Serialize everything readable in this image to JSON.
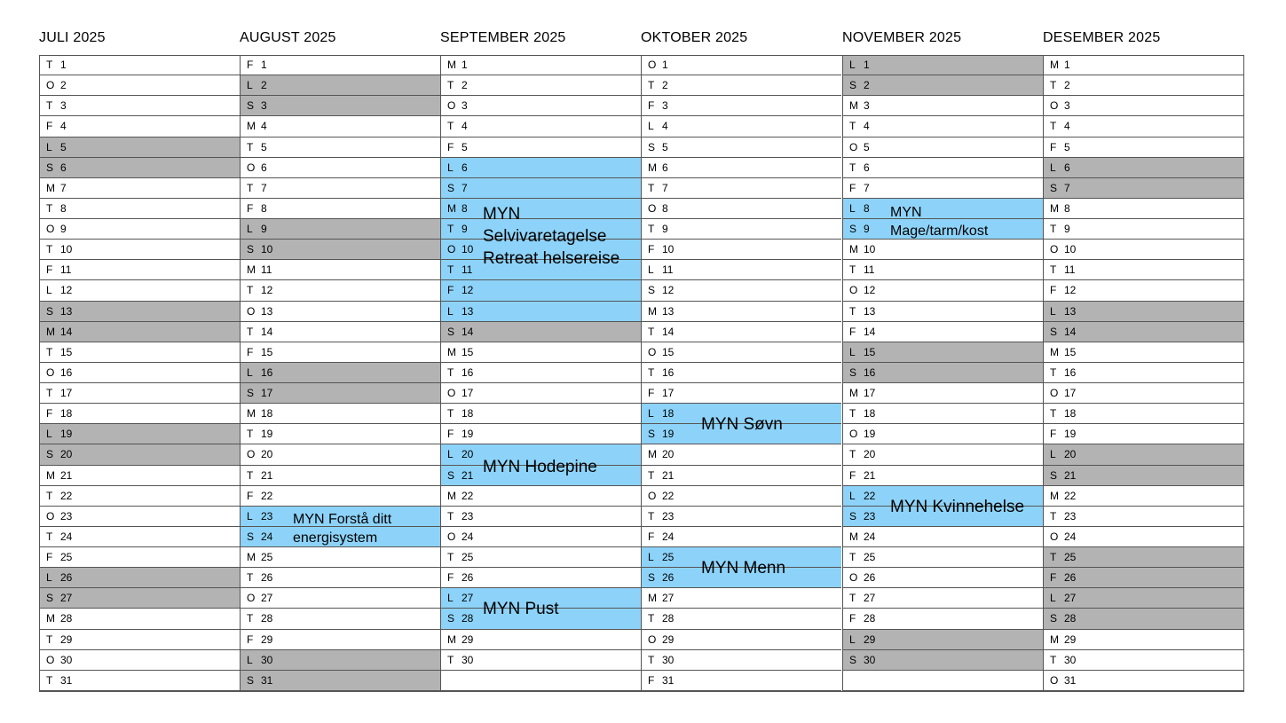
{
  "calendar": {
    "months": [
      {
        "title": "JULI 2025",
        "days": [
          {
            "wd": "T",
            "d": "1"
          },
          {
            "wd": "O",
            "d": "2"
          },
          {
            "wd": "T",
            "d": "3"
          },
          {
            "wd": "F",
            "d": "4"
          },
          {
            "wd": "L",
            "d": "5",
            "weekend": true
          },
          {
            "wd": "S",
            "d": "6",
            "weekend": true
          },
          {
            "wd": "M",
            "d": "7"
          },
          {
            "wd": "T",
            "d": "8"
          },
          {
            "wd": "O",
            "d": "9"
          },
          {
            "wd": "T",
            "d": "10"
          },
          {
            "wd": "F",
            "d": "11"
          },
          {
            "wd": "L",
            "d": "12"
          },
          {
            "wd": "S",
            "d": "13",
            "weekend": true
          },
          {
            "wd": "M",
            "d": "14",
            "weekend": true
          },
          {
            "wd": "T",
            "d": "15"
          },
          {
            "wd": "O",
            "d": "16"
          },
          {
            "wd": "T",
            "d": "17"
          },
          {
            "wd": "F",
            "d": "18"
          },
          {
            "wd": "L",
            "d": "19",
            "weekend": true
          },
          {
            "wd": "S",
            "d": "20",
            "weekend": true
          },
          {
            "wd": "M",
            "d": "21"
          },
          {
            "wd": "T",
            "d": "22"
          },
          {
            "wd": "O",
            "d": "23"
          },
          {
            "wd": "T",
            "d": "24"
          },
          {
            "wd": "F",
            "d": "25"
          },
          {
            "wd": "L",
            "d": "26",
            "weekend": true
          },
          {
            "wd": "S",
            "d": "27",
            "weekend": true
          },
          {
            "wd": "M",
            "d": "28"
          },
          {
            "wd": "T",
            "d": "29"
          },
          {
            "wd": "O",
            "d": "30"
          },
          {
            "wd": "T",
            "d": "31"
          }
        ]
      },
      {
        "title": "AUGUST 2025",
        "days": [
          {
            "wd": "F",
            "d": "1"
          },
          {
            "wd": "L",
            "d": "2",
            "weekend": true
          },
          {
            "wd": "S",
            "d": "3",
            "weekend": true
          },
          {
            "wd": "M",
            "d": "4"
          },
          {
            "wd": "T",
            "d": "5"
          },
          {
            "wd": "O",
            "d": "6"
          },
          {
            "wd": "T",
            "d": "7"
          },
          {
            "wd": "F",
            "d": "8"
          },
          {
            "wd": "L",
            "d": "9",
            "weekend": true
          },
          {
            "wd": "S",
            "d": "10",
            "weekend": true
          },
          {
            "wd": "M",
            "d": "11"
          },
          {
            "wd": "T",
            "d": "12"
          },
          {
            "wd": "O",
            "d": "13"
          },
          {
            "wd": "T",
            "d": "14"
          },
          {
            "wd": "F",
            "d": "15"
          },
          {
            "wd": "L",
            "d": "16",
            "weekend": true
          },
          {
            "wd": "S",
            "d": "17",
            "weekend": true
          },
          {
            "wd": "M",
            "d": "18"
          },
          {
            "wd": "T",
            "d": "19"
          },
          {
            "wd": "O",
            "d": "20"
          },
          {
            "wd": "T",
            "d": "21"
          },
          {
            "wd": "F",
            "d": "22"
          },
          {
            "wd": "L",
            "d": "23",
            "event": true
          },
          {
            "wd": "S",
            "d": "24",
            "event": true
          },
          {
            "wd": "M",
            "d": "25"
          },
          {
            "wd": "T",
            "d": "26"
          },
          {
            "wd": "O",
            "d": "27"
          },
          {
            "wd": "T",
            "d": "28"
          },
          {
            "wd": "F",
            "d": "29"
          },
          {
            "wd": "L",
            "d": "30",
            "weekend": true
          },
          {
            "wd": "S",
            "d": "31",
            "weekend": true
          }
        ]
      },
      {
        "title": "SEPTEMBER 2025",
        "days": [
          {
            "wd": "M",
            "d": "1"
          },
          {
            "wd": "T",
            "d": "2"
          },
          {
            "wd": "O",
            "d": "3"
          },
          {
            "wd": "T",
            "d": "4"
          },
          {
            "wd": "F",
            "d": "5"
          },
          {
            "wd": "L",
            "d": "6",
            "event": true
          },
          {
            "wd": "S",
            "d": "7",
            "event": true
          },
          {
            "wd": "M",
            "d": "8",
            "event": true
          },
          {
            "wd": "T",
            "d": "9",
            "event": true
          },
          {
            "wd": "O",
            "d": "10",
            "event": true
          },
          {
            "wd": "T",
            "d": "11",
            "event": true
          },
          {
            "wd": "F",
            "d": "12",
            "event": true
          },
          {
            "wd": "L",
            "d": "13",
            "event": true
          },
          {
            "wd": "S",
            "d": "14",
            "weekend": true
          },
          {
            "wd": "M",
            "d": "15"
          },
          {
            "wd": "T",
            "d": "16"
          },
          {
            "wd": "O",
            "d": "17"
          },
          {
            "wd": "T",
            "d": "18"
          },
          {
            "wd": "F",
            "d": "19"
          },
          {
            "wd": "L",
            "d": "20",
            "event": true
          },
          {
            "wd": "S",
            "d": "21",
            "event": true
          },
          {
            "wd": "M",
            "d": "22"
          },
          {
            "wd": "T",
            "d": "23"
          },
          {
            "wd": "O",
            "d": "24"
          },
          {
            "wd": "T",
            "d": "25"
          },
          {
            "wd": "F",
            "d": "26"
          },
          {
            "wd": "L",
            "d": "27",
            "event": true
          },
          {
            "wd": "S",
            "d": "28",
            "event": true
          },
          {
            "wd": "M",
            "d": "29"
          },
          {
            "wd": "T",
            "d": "30"
          },
          {
            "wd": "",
            "d": ""
          }
        ]
      },
      {
        "title": "OKTOBER 2025",
        "days": [
          {
            "wd": "O",
            "d": "1"
          },
          {
            "wd": "T",
            "d": "2"
          },
          {
            "wd": "F",
            "d": "3"
          },
          {
            "wd": "L",
            "d": "4"
          },
          {
            "wd": "S",
            "d": "5"
          },
          {
            "wd": "M",
            "d": "6"
          },
          {
            "wd": "T",
            "d": "7"
          },
          {
            "wd": "O",
            "d": "8"
          },
          {
            "wd": "T",
            "d": "9"
          },
          {
            "wd": "F",
            "d": "10"
          },
          {
            "wd": "L",
            "d": "11"
          },
          {
            "wd": "S",
            "d": "12"
          },
          {
            "wd": "M",
            "d": "13"
          },
          {
            "wd": "T",
            "d": "14"
          },
          {
            "wd": "O",
            "d": "15"
          },
          {
            "wd": "T",
            "d": "16"
          },
          {
            "wd": "F",
            "d": "17"
          },
          {
            "wd": "L",
            "d": "18",
            "event": true
          },
          {
            "wd": "S",
            "d": "19",
            "event": true
          },
          {
            "wd": "M",
            "d": "20"
          },
          {
            "wd": "T",
            "d": "21"
          },
          {
            "wd": "O",
            "d": "22"
          },
          {
            "wd": "T",
            "d": "23"
          },
          {
            "wd": "F",
            "d": "24"
          },
          {
            "wd": "L",
            "d": "25",
            "event": true
          },
          {
            "wd": "S",
            "d": "26",
            "event": true
          },
          {
            "wd": "M",
            "d": "27"
          },
          {
            "wd": "T",
            "d": "28"
          },
          {
            "wd": "O",
            "d": "29"
          },
          {
            "wd": "T",
            "d": "30"
          },
          {
            "wd": "F",
            "d": "31"
          }
        ]
      },
      {
        "title": "NOVEMBER 2025",
        "days": [
          {
            "wd": "L",
            "d": "1",
            "weekend": true
          },
          {
            "wd": "S",
            "d": "2",
            "weekend": true
          },
          {
            "wd": "M",
            "d": "3"
          },
          {
            "wd": "T",
            "d": "4"
          },
          {
            "wd": "O",
            "d": "5"
          },
          {
            "wd": "T",
            "d": "6"
          },
          {
            "wd": "F",
            "d": "7"
          },
          {
            "wd": "L",
            "d": "8",
            "event": true
          },
          {
            "wd": "S",
            "d": "9",
            "event": true
          },
          {
            "wd": "M",
            "d": "10"
          },
          {
            "wd": "T",
            "d": "11"
          },
          {
            "wd": "O",
            "d": "12"
          },
          {
            "wd": "T",
            "d": "13"
          },
          {
            "wd": "F",
            "d": "14"
          },
          {
            "wd": "L",
            "d": "15",
            "weekend": true
          },
          {
            "wd": "S",
            "d": "16",
            "weekend": true
          },
          {
            "wd": "M",
            "d": "17"
          },
          {
            "wd": "T",
            "d": "18"
          },
          {
            "wd": "O",
            "d": "19"
          },
          {
            "wd": "T",
            "d": "20"
          },
          {
            "wd": "F",
            "d": "21"
          },
          {
            "wd": "L",
            "d": "22",
            "event": true
          },
          {
            "wd": "S",
            "d": "23",
            "event": true
          },
          {
            "wd": "M",
            "d": "24"
          },
          {
            "wd": "T",
            "d": "25"
          },
          {
            "wd": "O",
            "d": "26"
          },
          {
            "wd": "T",
            "d": "27"
          },
          {
            "wd": "F",
            "d": "28"
          },
          {
            "wd": "L",
            "d": "29",
            "weekend": true
          },
          {
            "wd": "S",
            "d": "30",
            "weekend": true
          },
          {
            "wd": "",
            "d": ""
          }
        ]
      },
      {
        "title": "DESEMBER 2025",
        "days": [
          {
            "wd": "M",
            "d": "1"
          },
          {
            "wd": "T",
            "d": "2"
          },
          {
            "wd": "O",
            "d": "3"
          },
          {
            "wd": "T",
            "d": "4"
          },
          {
            "wd": "F",
            "d": "5"
          },
          {
            "wd": "L",
            "d": "6",
            "weekend": true
          },
          {
            "wd": "S",
            "d": "7",
            "weekend": true
          },
          {
            "wd": "M",
            "d": "8"
          },
          {
            "wd": "T",
            "d": "9"
          },
          {
            "wd": "O",
            "d": "10"
          },
          {
            "wd": "T",
            "d": "11"
          },
          {
            "wd": "F",
            "d": "12"
          },
          {
            "wd": "L",
            "d": "13",
            "weekend": true
          },
          {
            "wd": "S",
            "d": "14",
            "weekend": true
          },
          {
            "wd": "M",
            "d": "15"
          },
          {
            "wd": "T",
            "d": "16"
          },
          {
            "wd": "O",
            "d": "17"
          },
          {
            "wd": "T",
            "d": "18"
          },
          {
            "wd": "F",
            "d": "19"
          },
          {
            "wd": "L",
            "d": "20",
            "weekend": true
          },
          {
            "wd": "S",
            "d": "21",
            "weekend": true
          },
          {
            "wd": "M",
            "d": "22"
          },
          {
            "wd": "T",
            "d": "23"
          },
          {
            "wd": "O",
            "d": "24"
          },
          {
            "wd": "T",
            "d": "25",
            "weekend": true
          },
          {
            "wd": "F",
            "d": "26",
            "weekend": true
          },
          {
            "wd": "L",
            "d": "27",
            "weekend": true
          },
          {
            "wd": "S",
            "d": "28",
            "weekend": true
          },
          {
            "wd": "M",
            "d": "29"
          },
          {
            "wd": "T",
            "d": "30"
          },
          {
            "wd": "O",
            "d": "31"
          }
        ]
      }
    ],
    "events": {
      "forsta": "MYN Forstå ditt\nenergisystem",
      "retreat": "MYN\nSelvivaretagelse\nRetreat helsereise",
      "hodepine": "MYN Hodepine",
      "pust": "MYN Pust",
      "sovn": "MYN Søvn",
      "menn": "MYN Menn",
      "mage": "MYN\nMage/tarm/kost",
      "kvinnehelse": "MYN Kvinnehelse"
    },
    "colors": {
      "weekend": "#b3b3b3",
      "event": "#8dd3f9",
      "grid": "#555555"
    }
  }
}
